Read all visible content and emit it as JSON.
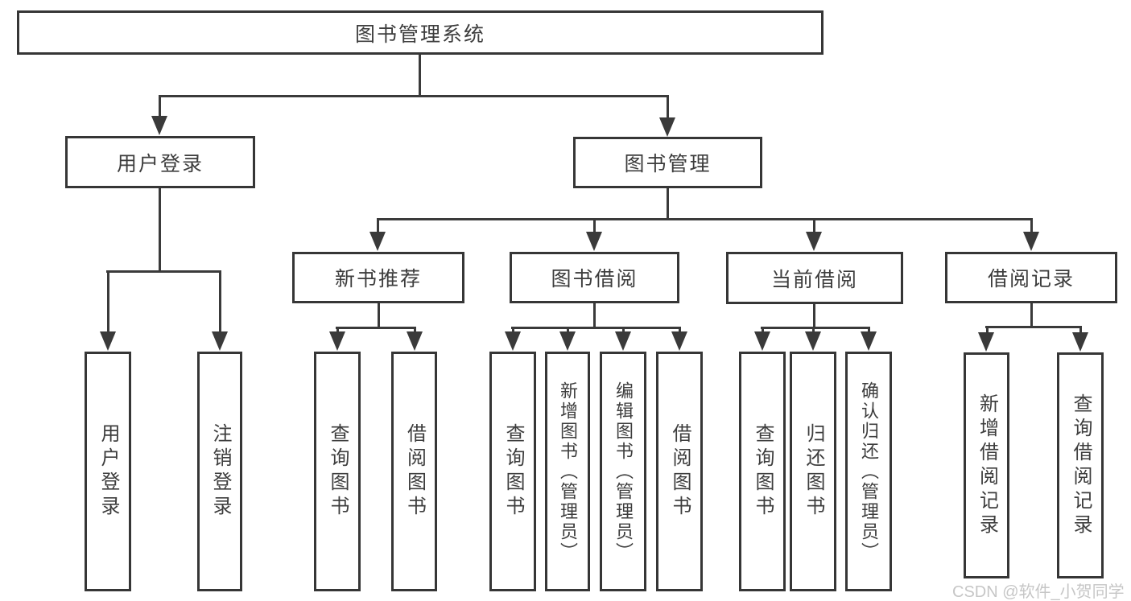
{
  "diagram": {
    "root": {
      "label": "图书管理系统"
    },
    "branches": [
      {
        "label": "用户登录",
        "children": [
          {
            "label": "用户登录"
          },
          {
            "label": "注销登录"
          }
        ]
      },
      {
        "label": "图书管理",
        "children": [
          {
            "label": "新书推荐",
            "children": [
              {
                "label": "查询图书"
              },
              {
                "label": "借阅图书"
              }
            ]
          },
          {
            "label": "图书借阅",
            "children": [
              {
                "label": "查询图书"
              },
              {
                "label": "新增图书（管理员）"
              },
              {
                "label": "编辑图书（管理员）"
              },
              {
                "label": "借阅图书"
              }
            ]
          },
          {
            "label": "当前借阅",
            "children": [
              {
                "label": "查询图书"
              },
              {
                "label": "归还图书"
              },
              {
                "label": "确认归还（管理员）"
              }
            ]
          },
          {
            "label": "借阅记录",
            "children": [
              {
                "label": "新增借阅记录"
              },
              {
                "label": "查询借阅记录"
              }
            ]
          }
        ]
      }
    ]
  },
  "watermark": {
    "text": "CSDN @软件_小贺同学"
  },
  "colors": {
    "line": "#3a3a3a",
    "box-border": "#363636",
    "box-fill": "#ffffff",
    "text": "#3d3d3d",
    "watermark": "#c6c6c6",
    "bg": "#ffffff"
  }
}
